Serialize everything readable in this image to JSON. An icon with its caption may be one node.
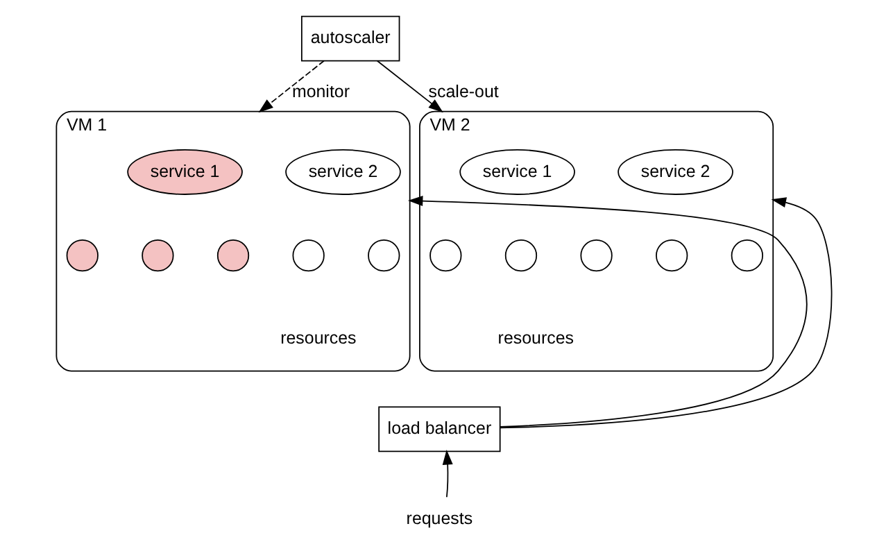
{
  "diagram": {
    "nodes": [
      {
        "text": [
          "autoscaler"
        ]
      },
      {
        "text": [
          "VM 1",
          "resources"
        ]
      },
      {
        "text": [
          "service 1"
        ],
        "in": 1
      },
      {
        "text": [
          "service 2"
        ],
        "in": 1
      },
      {
        "text": [],
        "shape": "circle",
        "in": 1
      },
      {
        "text": [],
        "shape": "circle",
        "in": 1
      },
      {
        "text": [],
        "shape": "circle",
        "in": 1
      },
      {
        "text": [],
        "shape": "circle",
        "in": 1
      },
      {
        "text": [],
        "shape": "circle",
        "in": 1
      },
      {
        "text": [
          "VM 2",
          "resources"
        ]
      },
      {
        "text": [
          "service 1"
        ],
        "in": 9
      },
      {
        "text": [
          "service 2"
        ],
        "in": 9
      },
      {
        "text": [],
        "shape": "circle",
        "in": 9
      },
      {
        "text": [],
        "shape": "circle",
        "in": 9
      },
      {
        "text": [],
        "shape": "circle",
        "in": 9
      },
      {
        "text": [],
        "shape": "circle",
        "in": 9
      },
      {
        "text": [],
        "shape": "circle",
        "in": 9
      },
      {
        "text": [
          "load balancer"
        ]
      },
      {
        "text": [
          "requests"
        ]
      }
    ],
    "edges": [
      {
        "from": 0,
        "to": 1,
        "arrow": "to",
        "label": "monitor",
        "style": "dashed"
      },
      {
        "from": 0,
        "to": 9,
        "arrow": "to",
        "label": "scale-out"
      },
      {
        "from": 17,
        "to": 1,
        "arrow": "to"
      },
      {
        "from": 17,
        "to": 9,
        "arrow": "to"
      },
      {
        "from": 18,
        "to": 17,
        "arrow": "to"
      }
    ]
  }
}
